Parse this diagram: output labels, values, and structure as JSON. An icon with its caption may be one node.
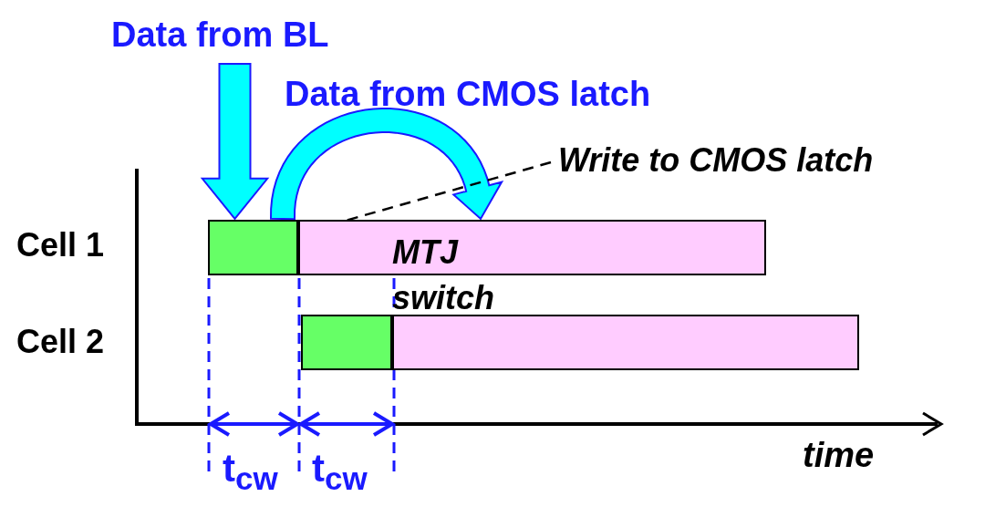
{
  "diagram": {
    "nodes": [
      {
        "text": [
          "Data from BL"
        ]
      },
      {
        "text": [],
        "shape": "box"
      },
      {
        "text": [],
        "shape": "bar"
      },
      {
        "text": [
          "Write to CMOS latch"
        ]
      },
      {
        "text": [],
        "shape": "box"
      },
      {
        "text": [],
        "shape": "bar"
      }
    ],
    "edges": [
      {
        "from": 0,
        "to": 1,
        "arrow": "to",
        "style": "thick"
      },
      {
        "from": 1,
        "to": 2,
        "arrow": "to",
        "style": "thick",
        "label": "Data from CMOS latch"
      },
      {
        "from": 3,
        "to": 1,
        "arrow": "none",
        "style": "dashed"
      }
    ],
    "labels": [
      "Cell 1",
      "Cell 2",
      "MTJ switch",
      "t$_{cw}$",
      "t$_{cw}$",
      "time"
    ]
  }
}
